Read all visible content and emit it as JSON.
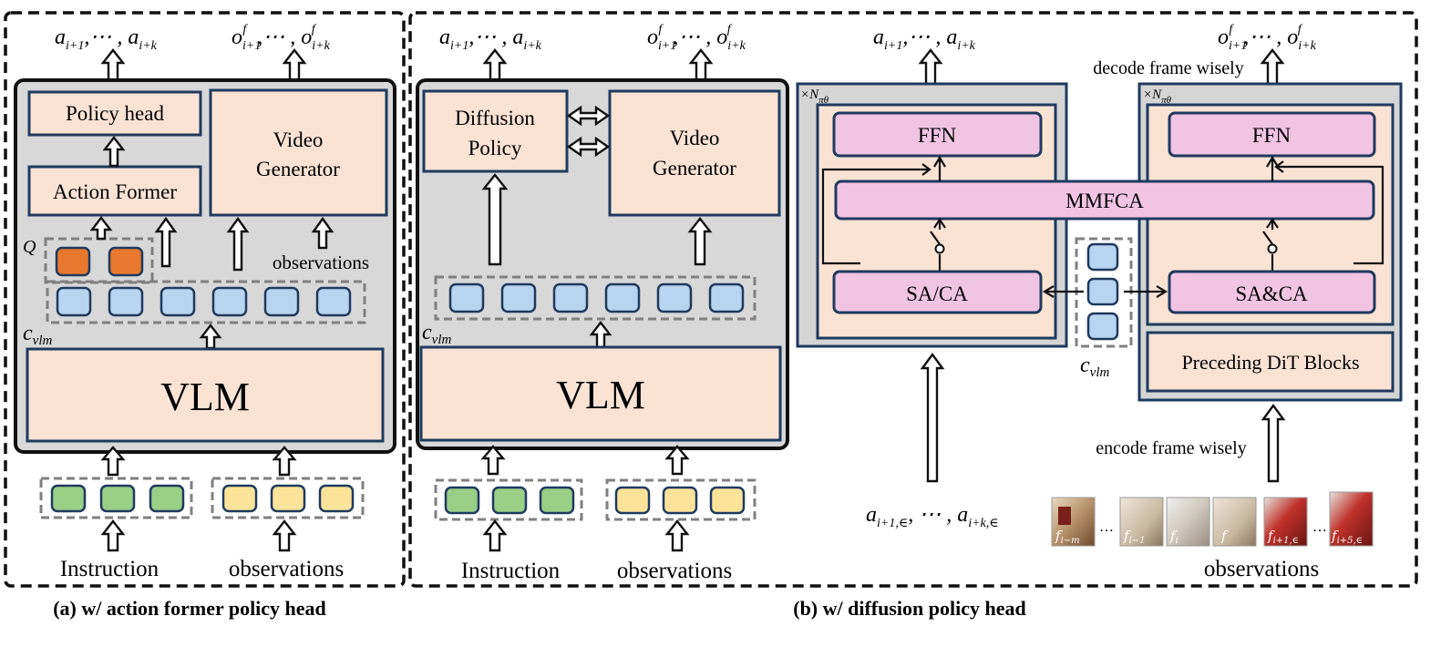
{
  "panel_a": {
    "caption": "(a) w/ action former policy head",
    "out_actions": "a",
    "out_actions_sub": "i+1",
    "out_actions_tail": ",⋯ , a",
    "out_actions_sub2": "i+k",
    "out_obs": "o",
    "policy_head": "Policy head",
    "action_former": "Action Former",
    "video_generator_line1": "Video",
    "video_generator_line2": "Generator",
    "q_label": "Q",
    "observations_side": "observations",
    "cvlm": "c",
    "cvlm_sub": "vlm",
    "vlm": "VLM",
    "instruction": "Instruction",
    "observations_bottom": "observations"
  },
  "panel_b": {
    "caption": "(b) w/ diffusion policy head",
    "diffusion_policy_line1": "Diffusion",
    "diffusion_policy_line2": "Policy",
    "video_generator_line1": "Video",
    "video_generator_line2": "Generator",
    "cvlm": "c",
    "cvlm_sub": "vlm",
    "vlm": "VLM",
    "instruction": "Instruction",
    "observations_bottom": "observations"
  },
  "panel_b_detail": {
    "decode_label": "decode frame wisely",
    "encode_label": "encode frame wisely",
    "repeat_left": "×N",
    "repeat_right": "×N",
    "repeat_sub": "πθ",
    "ffn_left": "FFN",
    "ffn_right": "FFN",
    "mmfca": "MMFCA",
    "sa_ca": "SA/CA",
    "sa_and_ca": "SA&CA",
    "preceding": "Preceding DiT Blocks",
    "cvlm": "c",
    "cvlm_sub": "vlm",
    "noisy_actions": "a",
    "noisy_sub1": "i+1,∈",
    "noisy_mid": ", ⋯ , a",
    "noisy_sub2": "i+k,∈",
    "observations": "observations",
    "frame_labels": [
      "f",
      "f",
      "f",
      "f",
      "f",
      "f"
    ],
    "frame_subs": [
      "i−m",
      "i−1",
      "i",
      "",
      "i+1,∈",
      "i+5,∈"
    ],
    "ellipsis": "…"
  },
  "colors": {
    "peach": "#fbe3d4",
    "pink": "#f2c4e4",
    "panel_gray": "#d8d8d8",
    "token_blue": "#b8d4ef",
    "token_orange": "#e8782e",
    "token_green": "#99cf86",
    "token_yellow": "#fbe49a",
    "border_navy": "#1f3a5f"
  }
}
